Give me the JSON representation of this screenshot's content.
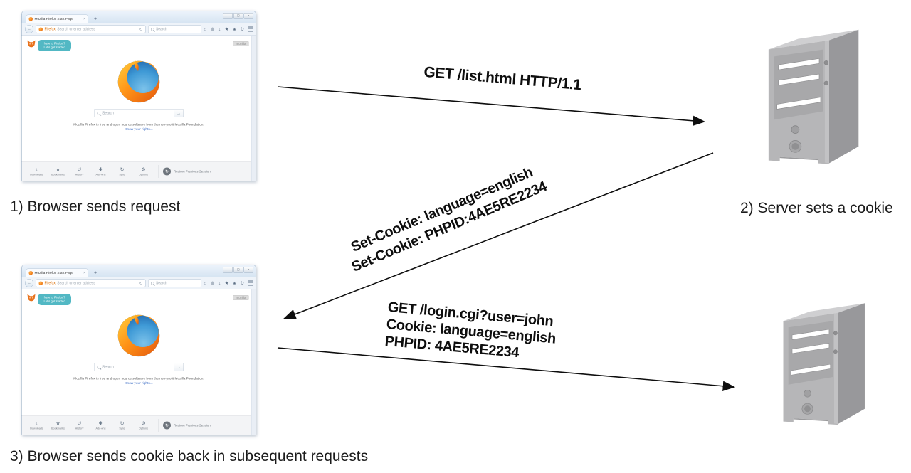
{
  "captions": {
    "step1": "1) Browser sends request",
    "step2": "2) Server sets a cookie",
    "step3": "3) Browser sends cookie back in subsequent requests"
  },
  "arrows": {
    "request1_label": "GET /list.html HTTP/1.1",
    "response_label_line1": "Set-Cookie: language=english",
    "response_label_line2": "Set-Cookie: PHPID:4AE5RE2234",
    "request2_label_line1": "GET /login.cgi?user=john",
    "request2_label_line2": "Cookie: language=english",
    "request2_label_line3": "PHPID: 4AE5RE2234"
  },
  "browser": {
    "tab": {
      "title": "Mozilla Firefox Start Page",
      "close_glyph": "×",
      "new_tab_glyph": "+"
    },
    "window_controls": {
      "minimize_glyph": "–",
      "maximize_glyph": "▢",
      "close_glyph": "×"
    },
    "navbar": {
      "back_glyph": "←",
      "url_badge": "Firefox",
      "url_hint": "Search or enter address",
      "reload_glyph": "↻",
      "search_hint": "Search",
      "icons": [
        {
          "name": "home-icon",
          "glyph": "⌂"
        },
        {
          "name": "globe-icon",
          "glyph": "◍"
        },
        {
          "name": "downloads-icon",
          "glyph": "↓"
        },
        {
          "name": "bookmarks-icon",
          "glyph": "★"
        },
        {
          "name": "shield-icon",
          "glyph": "◈"
        },
        {
          "name": "sync-icon",
          "glyph": "↻"
        },
        {
          "name": "menu-icon",
          "glyph": ""
        }
      ]
    },
    "content": {
      "tour_bubble": "New to Firefox? Let's get started",
      "mozilla_tag": "mozilla",
      "search_placeholder": "Search",
      "go_glyph": "→",
      "info_text": "Mozilla Firefox is free and open source software from the non-profit Mozilla Foundation.",
      "rights_link": "Know your rights..."
    },
    "launcher": {
      "items": [
        {
          "name": "downloads",
          "label": "Downloads",
          "glyph": "↓"
        },
        {
          "name": "bookmarks",
          "label": "Bookmarks",
          "glyph": "★"
        },
        {
          "name": "history",
          "label": "History",
          "glyph": "↺"
        },
        {
          "name": "addons",
          "label": "Add-ons",
          "glyph": "✚"
        },
        {
          "name": "sync",
          "label": "Sync",
          "glyph": "↻"
        },
        {
          "name": "options",
          "label": "Options",
          "glyph": "⚙"
        }
      ],
      "restore_glyph": "↻",
      "restore_label": "Restore Previous Session"
    }
  },
  "colors": {
    "arrow": "#0e0e0e",
    "firefox_orange": "#e66000",
    "tour_bubble_teal": "#52b8c4",
    "server_front": "#b6b6b8",
    "server_side": "#98989b",
    "server_top": "#cfcfd1"
  }
}
